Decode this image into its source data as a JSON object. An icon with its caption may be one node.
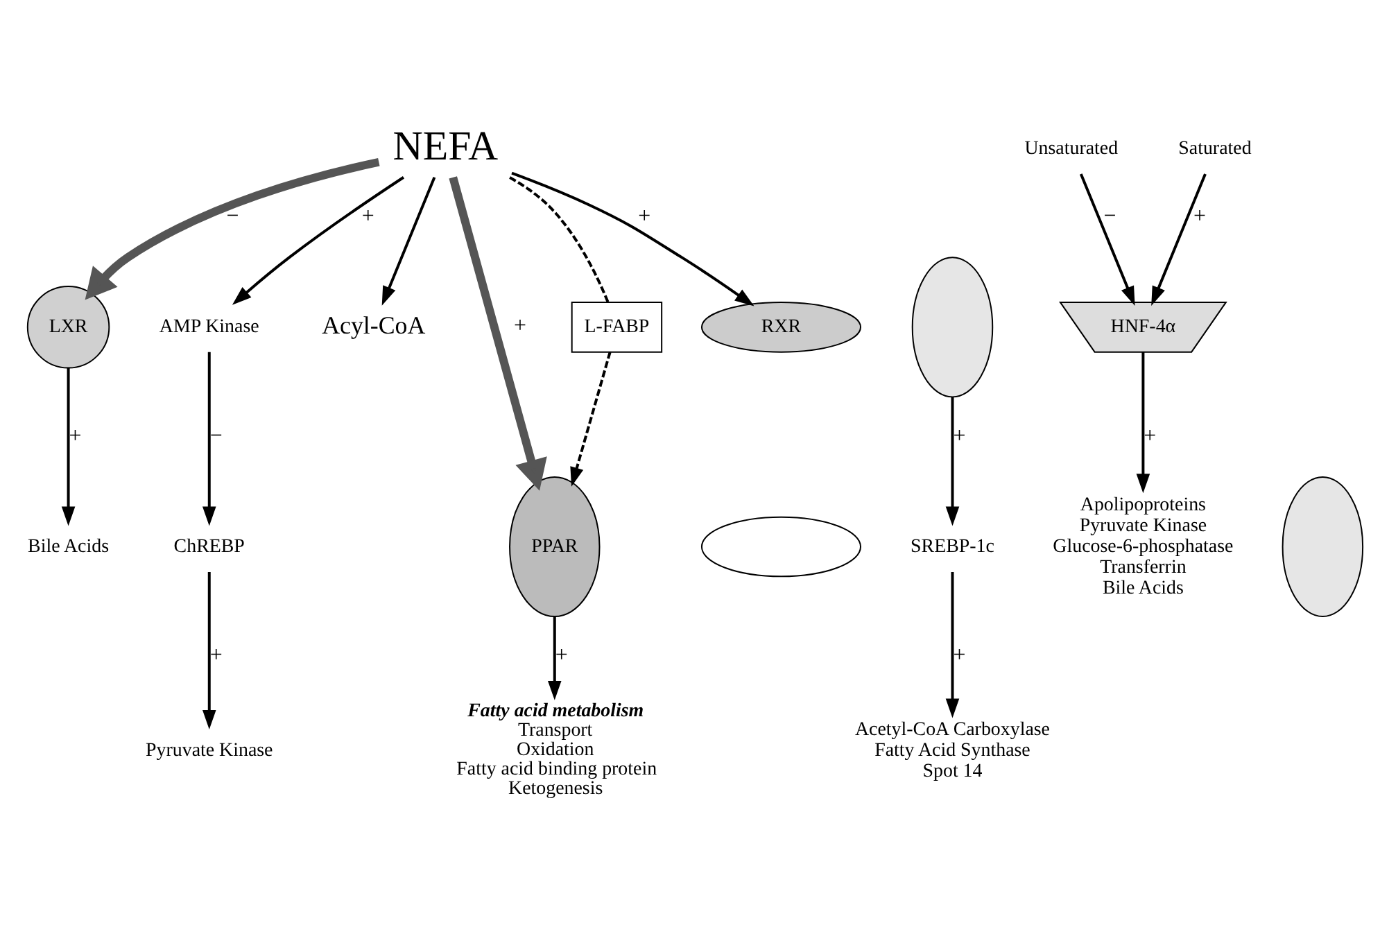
{
  "diagram": {
    "nodes": [
      {
        "text": [
          "NEFA"
        ]
      },
      {
        "text": [],
        "shape": "ellipse"
      },
      {
        "text": [
          "LXR"
        ]
      },
      {
        "text": [
          "Bile Acids"
        ]
      },
      {
        "text": [
          "SREBP-1c"
        ]
      },
      {
        "text": [
          "Acetyl-CoA Carboxylase",
          "Fatty Acid Synthase",
          "Spot 14"
        ]
      },
      {
        "text": [
          "AMP Kinase"
        ]
      },
      {
        "text": [
          "ChREBP"
        ]
      },
      {
        "text": [
          "Pyruvate Kinase"
        ]
      },
      {
        "text": [
          "Acyl-CoA"
        ]
      },
      {
        "text": [
          "Unsaturated"
        ]
      },
      {
        "text": [
          "Saturated"
        ]
      },
      {
        "text": [
          "HNF-4α"
        ]
      },
      {
        "text": [
          "Apolipoproteins",
          "Pyruvate Kinase",
          "Glucose-6-phosphatase",
          "Transferrin",
          "Bile Acids"
        ]
      },
      {
        "text": [],
        "shape": "ellipse"
      },
      {
        "text": [
          "PPAR"
        ]
      },
      {
        "text": [
          "Fatty acid metabolism",
          "Transport",
          "Oxidation",
          "Fatty acid binding protein",
          "Ketogenesis"
        ]
      },
      {
        "text": [
          "L-FABP"
        ]
      },
      {
        "text": [
          "RXR"
        ]
      },
      {
        "text": [],
        "shape": "ellipse"
      }
    ],
    "edges": [
      {
        "from": 0,
        "to": 2,
        "arrow": "to",
        "label": "−",
        "style": "thick"
      },
      {
        "from": 1,
        "to": 4,
        "arrow": "to",
        "label": "+"
      },
      {
        "from": 2,
        "to": 3,
        "arrow": "to",
        "label": "+"
      },
      {
        "from": 4,
        "to": 5,
        "arrow": "to",
        "label": "+"
      },
      {
        "from": 0,
        "to": 6,
        "arrow": "to",
        "label": "+"
      },
      {
        "from": 6,
        "to": 7,
        "arrow": "to",
        "label": "−"
      },
      {
        "from": 7,
        "to": 8,
        "arrow": "to",
        "label": "+"
      },
      {
        "from": 0,
        "to": 9,
        "arrow": "to"
      },
      {
        "from": 10,
        "to": 12,
        "arrow": "to",
        "label": "−"
      },
      {
        "from": 11,
        "to": 12,
        "arrow": "to",
        "label": "+"
      },
      {
        "from": 12,
        "to": 13,
        "arrow": "to",
        "label": "+"
      },
      {
        "from": 0,
        "to": 15,
        "arrow": "to",
        "label": "+",
        "style": "thick"
      },
      {
        "from": 0,
        "to": 17,
        "arrow": "none",
        "style": "dashed"
      },
      {
        "from": 17,
        "to": 15,
        "arrow": "to",
        "style": "dashed"
      },
      {
        "from": 15,
        "to": 16,
        "arrow": "to",
        "label": "+"
      },
      {
        "from": 0,
        "to": 18,
        "arrow": "to",
        "label": "+"
      }
    ]
  }
}
